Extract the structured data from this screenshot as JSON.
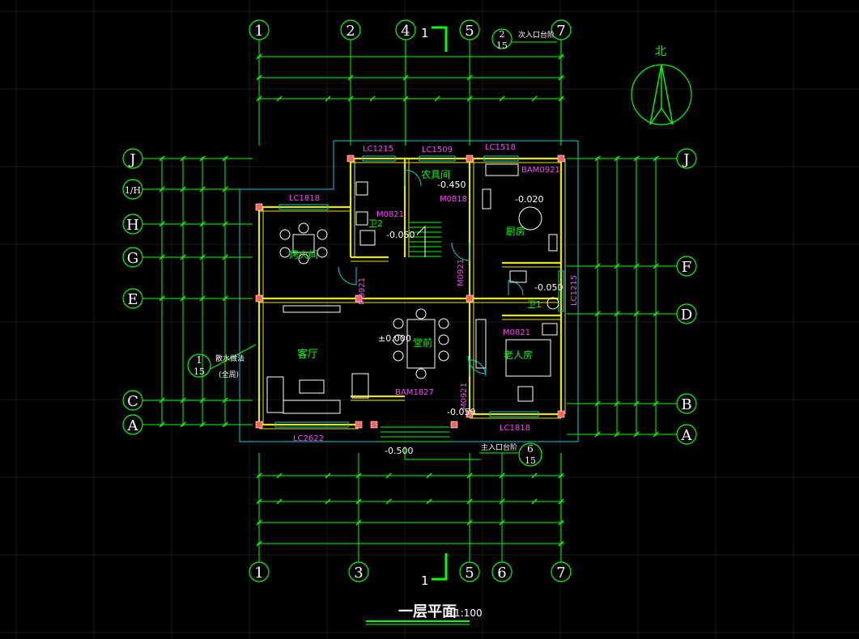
{
  "colors": {
    "background": "#000000",
    "grid": "#1a1a1a",
    "dimension_green": "#00ff00",
    "wall_yellow": "#e6e600",
    "label_magenta": "#ff40ff",
    "text_white": "#ffffff",
    "column_red": "#ff6060",
    "cyan": "#00d0d0"
  },
  "drawing": {
    "title": "一层平面",
    "scale": "1:100",
    "north_label": "北"
  },
  "axes_top": [
    "1",
    "2",
    "4",
    "5",
    "7"
  ],
  "axes_bottom": [
    "1",
    "3",
    "5",
    "6",
    "7"
  ],
  "axes_left": [
    "J",
    "1/H",
    "H",
    "G",
    "E",
    "C",
    "A"
  ],
  "axes_right": [
    "J",
    "F",
    "D",
    "B",
    "A"
  ],
  "section_mark": {
    "label_top": "1",
    "label_bottom": "1"
  },
  "detail_refs": {
    "top": {
      "num": "2",
      "sheet": "15",
      "note": "次入口台阶"
    },
    "left": {
      "num": "1",
      "sheet": "15",
      "note1": "散水做法",
      "note2": "(全周)"
    },
    "bottom": {
      "num": "6",
      "sheet": "15",
      "note": "主入口台阶"
    }
  },
  "rooms": {
    "tool_room": "农具间",
    "kitchen": "厨房",
    "fire_room": "烤火间",
    "hall": "堂前",
    "living": "客厅",
    "elder": "老人房",
    "wc2": "卫2",
    "wc1": "卫1"
  },
  "window_labels": {
    "lc1215_top": "LC1215",
    "lc1509": "LC1509",
    "lc1518_top": "LC1518",
    "lc1818_left": "LC1818",
    "lc2622": "LC2622",
    "lc1818_bottom": "LC1818",
    "lc1215_right": "LC1215"
  },
  "door_labels": {
    "bam0921": "BAM0921",
    "m0818": "M0818",
    "m0821_wc": "M0821",
    "m0921_left": "M0921",
    "m0921_mid": "M0921",
    "m0821_elder": "M0821",
    "bam1827": "BAM1827",
    "m0921_bottom": "M0921"
  },
  "elevations": {
    "tool_room": "-0.450",
    "kitchen": "-0.020",
    "wc2": "-0.050",
    "wc1": "-0.050",
    "hall": "±0.000",
    "porch": "-0.050",
    "outside": "-0.500"
  }
}
